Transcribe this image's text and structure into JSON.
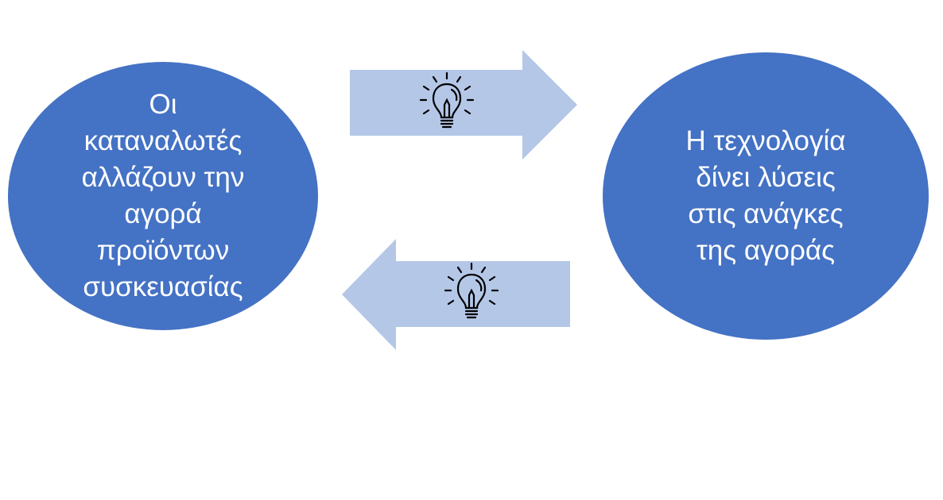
{
  "nodes": {
    "left": {
      "text": "Οι\nκαταναλωτές\nαλλάζουν την\nαγορά\nπροϊόντων\nσυσκευασίας"
    },
    "right": {
      "text": "Η τεχνολογία\nδίνει λύσεις\nστις ανάγκες\nτης αγοράς"
    }
  },
  "arrows": [
    {
      "direction": "right",
      "icon": "lightbulb-icon"
    },
    {
      "direction": "left",
      "icon": "lightbulb-icon"
    }
  ],
  "colors": {
    "node_fill": "#4472c4",
    "node_text": "#ffffff",
    "arrow_fill": "#b4c7e7",
    "icon_stroke": "#000000",
    "background": "#ffffff"
  }
}
